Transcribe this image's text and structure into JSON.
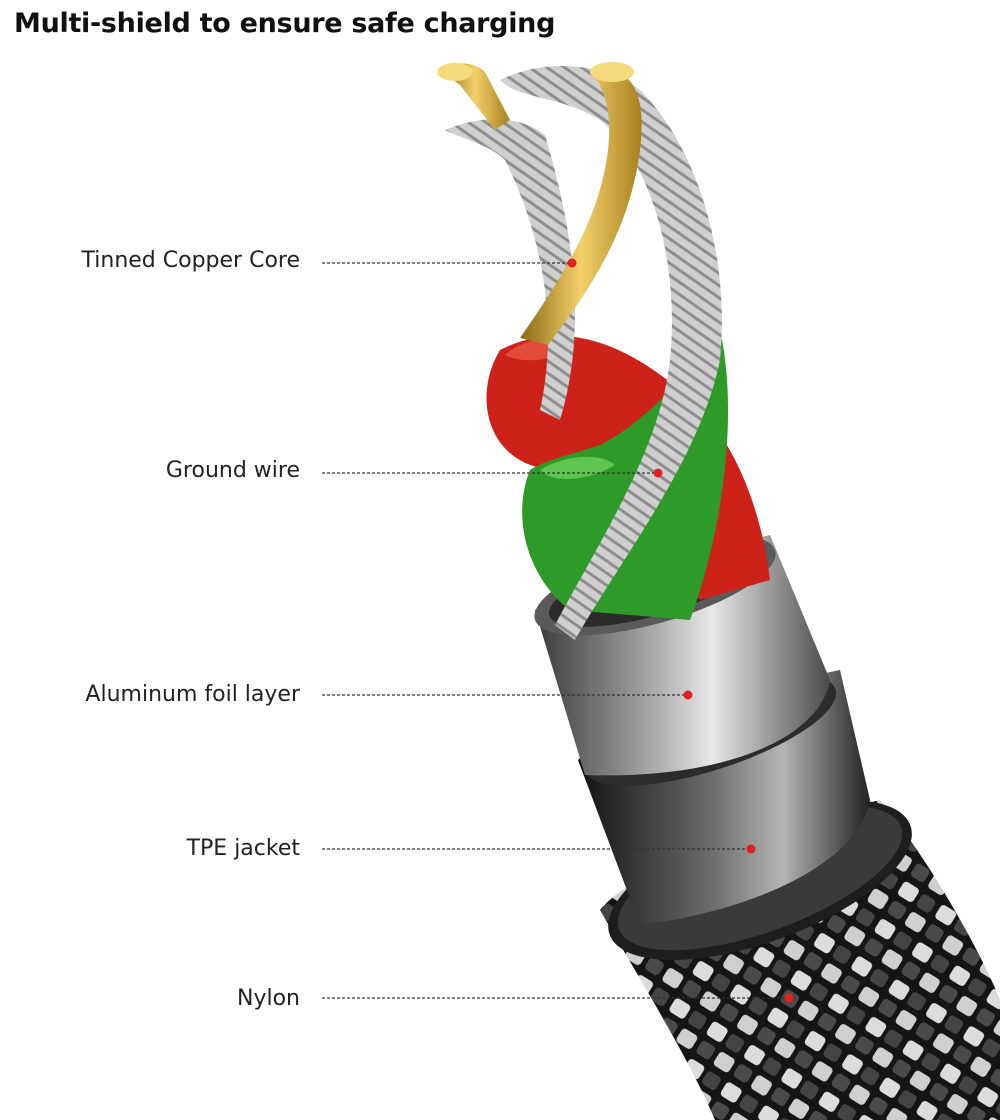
{
  "title": "Multi-shield to ensure safe charging",
  "layers": [
    {
      "label": "Tinned Copper Core"
    },
    {
      "label": "Ground wire"
    },
    {
      "label": "Aluminum foil layer"
    },
    {
      "label": "TPE jacket"
    },
    {
      "label": "Nylon"
    }
  ],
  "colors": {
    "pointer_dot": "#e02020",
    "leader_line": "#333333",
    "copper_core": "#d4a93a",
    "red_wire": "#d0281e",
    "green_wire": "#2f9a2a",
    "braid_dark": "#1b1b1b",
    "braid_light": "#d8d8d8"
  }
}
